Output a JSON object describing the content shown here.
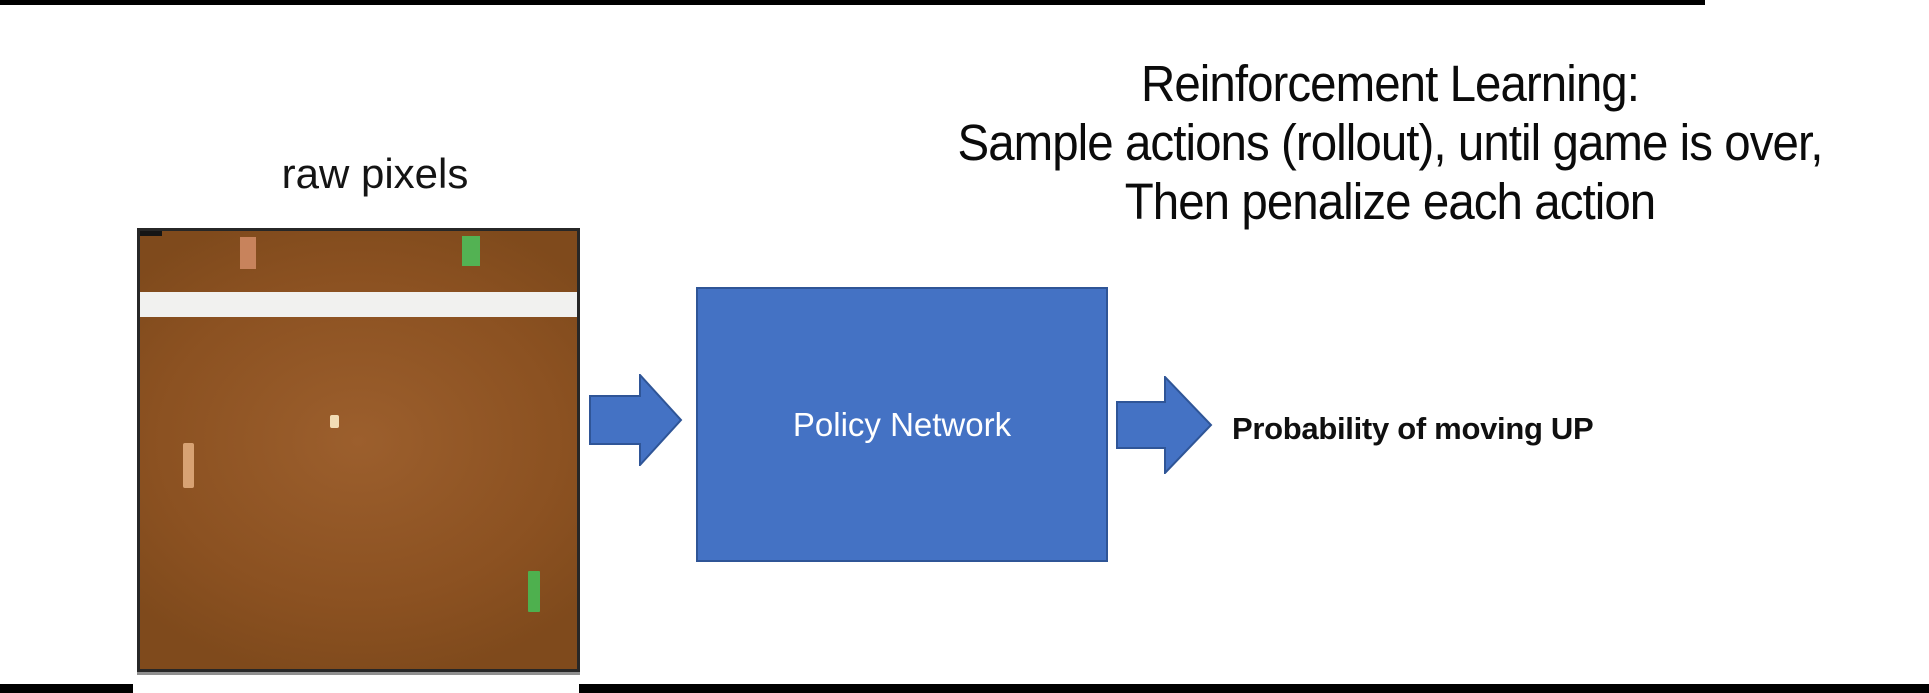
{
  "slide": {
    "title_lines": [
      "Reinforcement Learning:",
      "Sample actions (rollout), until game is over,",
      "Then penalize each action"
    ]
  },
  "diagram": {
    "input_label": "raw pixels",
    "policy_box_label": "Policy Network",
    "output_label": "Probability of moving UP"
  },
  "pong_game": {
    "left_score": "0",
    "right_score": "0"
  },
  "colors": {
    "accent-blue": "#4472C4",
    "accent-blue-dark": "#2F5597",
    "field-brown": "#8B5121",
    "field-brown-light": "#9C5F2D",
    "field-brown-dark": "#7F4A1C",
    "score-orange": "#C8835C",
    "score-green": "#53B253",
    "paddle-tan": "#D8A273",
    "paddle-green": "#4EB04E",
    "ball-cream": "#F2DDB5",
    "wall-white": "#F1F1EF",
    "bar-black": "#000000"
  }
}
